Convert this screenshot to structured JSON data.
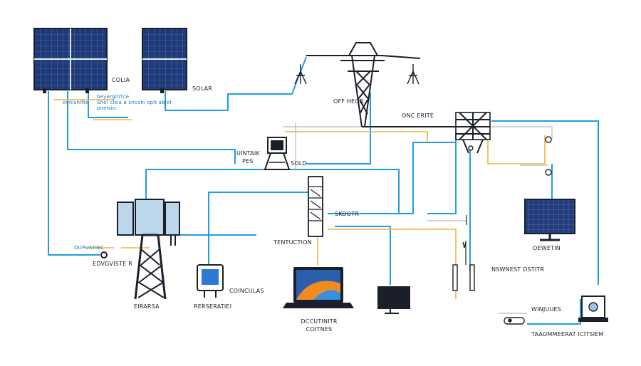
{
  "colors": {
    "blue_wire": "#1e9ee0",
    "orange_wire": "#f0b23c",
    "gray_wire": "#b8b8b8",
    "dark": "#1b1f2a",
    "panel": "#1f3a78",
    "accent_blue": "#3a8ee0",
    "orange_screen": "#f08b24"
  },
  "labels": {
    "colia": "COLIA",
    "solar": "SOLAR",
    "blue_note_1": "beyergitrtce",
    "blue_note_2": "Shel clsia a snconi spit ablet",
    "blue_note_3": "poelsio.",
    "orange_note": "ovnisnitte",
    "off_heob": "OFF HEOB",
    "onc_erite": "ONC ERITE",
    "uintaik": "UINTAIK",
    "pes": "PES",
    "sold": "SOLD",
    "skootr": "SKOOTR",
    "tentuction": "TENTUCTION",
    "oupustiec": "OUPUSTIEC",
    "edvgviste": "EDVGVISTE R",
    "eirarsa": "EIRARSA",
    "reserpatiei": "RERSERATIEI",
    "coincelas": "COINCULAS",
    "dccutinitr": "DCCUTINITR",
    "coitnes": "COITNES",
    "oewetin": "OEWETIN",
    "nswnest": "NSWNEST DSTITR",
    "winjuues": "WINJUUES",
    "taaommeerat": "TAAOMMEERAT ICITSIEM"
  },
  "icons": [
    "solar-panel-icon",
    "power-tower-icon",
    "antenna-icon",
    "router-icon",
    "server-rack-icon",
    "tablet-icon",
    "laptop-icon",
    "monitor-icon",
    "meter-icon"
  ]
}
